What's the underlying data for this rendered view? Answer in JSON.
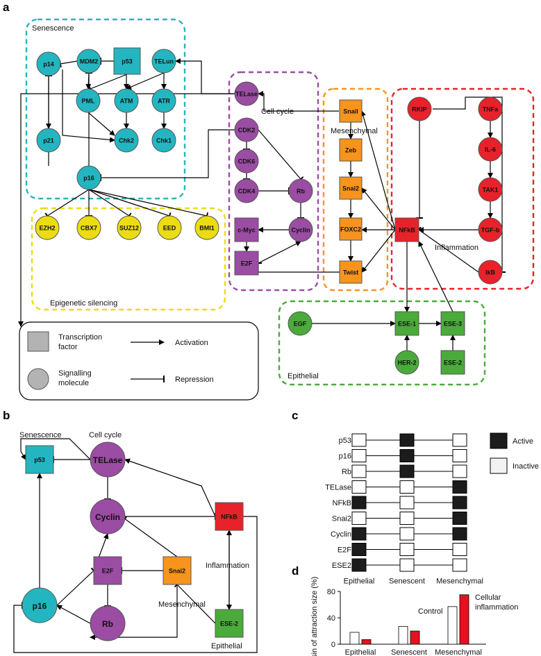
{
  "colors": {
    "senescence": "#23b6c0",
    "cellcycle": "#9b4ca3",
    "mesenchymal": "#f7941d",
    "inflammation": "#e8222a",
    "epigenetic": "#ecdc12",
    "epithelial": "#4aab3b",
    "active": "#1c1c1c",
    "inactive": "#f2f2f2",
    "control_bar": "#ffffff",
    "inflammation_bar": "#e8101e"
  },
  "panel_a": {
    "letter": "a",
    "modules": {
      "senescence": "Senescence",
      "cell_cycle": "Cell cycle",
      "mesenchymal": "Mesenchymal",
      "inflammation": "Inflammation",
      "epigenetic": "Epigenetic silencing",
      "epithelial": "Epithelial"
    },
    "nodes": {
      "p14": "p14",
      "mdm2": "MDM2",
      "p53": "p53",
      "telun": "TELun",
      "pml": "PML",
      "atm": "ATM",
      "atr": "ATR",
      "p21": "p21",
      "chk2": "Chk2",
      "chk1": "Chk1",
      "p16": "p16",
      "ezh2": "EZH2",
      "cbx7": "CBX7",
      "suz12": "SUZ12",
      "eed": "EED",
      "bmi1": "BMI1",
      "telase": "TELase",
      "cdk2": "CDK2",
      "cdk6": "CDK6",
      "cdk4": "CDK4",
      "rb": "Rb",
      "cmyc": "c-Myc",
      "cyclin": "Cyclin",
      "e2f": "E2F",
      "snail": "Snail",
      "zeb": "Zeb",
      "snai2": "Snai2",
      "foxc2": "FOXC2",
      "twist": "Twist",
      "rkip": "RKIP",
      "tnfa": "TNFa",
      "il6": "IL-6",
      "tak1": "TAK1",
      "tgfb": "TGF-b",
      "nfkb": "NFkB",
      "ikb": "IkB",
      "egf": "EGF",
      "ese1": "ESE-1",
      "ese3": "ESE-3",
      "her2": "HER-2",
      "ese2": "ESE-2"
    },
    "legend": {
      "tf_line1": "Transcription",
      "tf_line2": "factor",
      "sm_line1": "Signalling",
      "sm_line2": "molecule",
      "activation": "Activation",
      "repression": "Repression"
    }
  },
  "panel_b": {
    "letter": "b",
    "modules": {
      "senescence": "Senescence",
      "cell_cycle": "Cell cycle",
      "inflammation": "Inflammation",
      "mesenchymal": "Mesenchymal",
      "epithelial": "Epithelial"
    },
    "nodes": {
      "p53": "p53",
      "telase": "TELase",
      "cyclin": "Cyclin",
      "nfkb": "NFkB",
      "e2f": "E2F",
      "snai2": "Snai2",
      "p16": "p16",
      "rb": "Rb",
      "ese2": "ESE-2"
    }
  },
  "panel_c": {
    "letter": "c",
    "genes": [
      "p53",
      "p16",
      "Rb",
      "TELase",
      "NFkB",
      "Snai2",
      "Cyclin",
      "E2F",
      "ESE2"
    ],
    "states": [
      "Epithelial",
      "Senescent",
      "Mesenchymal"
    ],
    "matrix": [
      [
        0,
        1,
        0
      ],
      [
        0,
        1,
        0
      ],
      [
        0,
        1,
        0
      ],
      [
        0,
        0,
        1
      ],
      [
        1,
        0,
        1
      ],
      [
        0,
        0,
        1
      ],
      [
        1,
        0,
        1
      ],
      [
        1,
        0,
        0
      ],
      [
        1,
        0,
        0
      ]
    ],
    "legend_active": "Active",
    "legend_inactive": "Inactive"
  },
  "panel_d": {
    "letter": "d",
    "chart_data": {
      "type": "bar",
      "categories": [
        "Epithelial",
        "Senescent",
        "Mesenchymal"
      ],
      "series": [
        {
          "name": "Control",
          "values": [
            18,
            27,
            57
          ]
        },
        {
          "name": "Cellular inflammation",
          "values": [
            7,
            20,
            75
          ]
        }
      ],
      "ylabel": "Basin of attraction size (%)",
      "ylim": [
        0,
        80
      ],
      "yticks": [
        0,
        40,
        80
      ],
      "annotations": [
        "Control",
        "Cellular",
        "inflammation"
      ]
    }
  }
}
